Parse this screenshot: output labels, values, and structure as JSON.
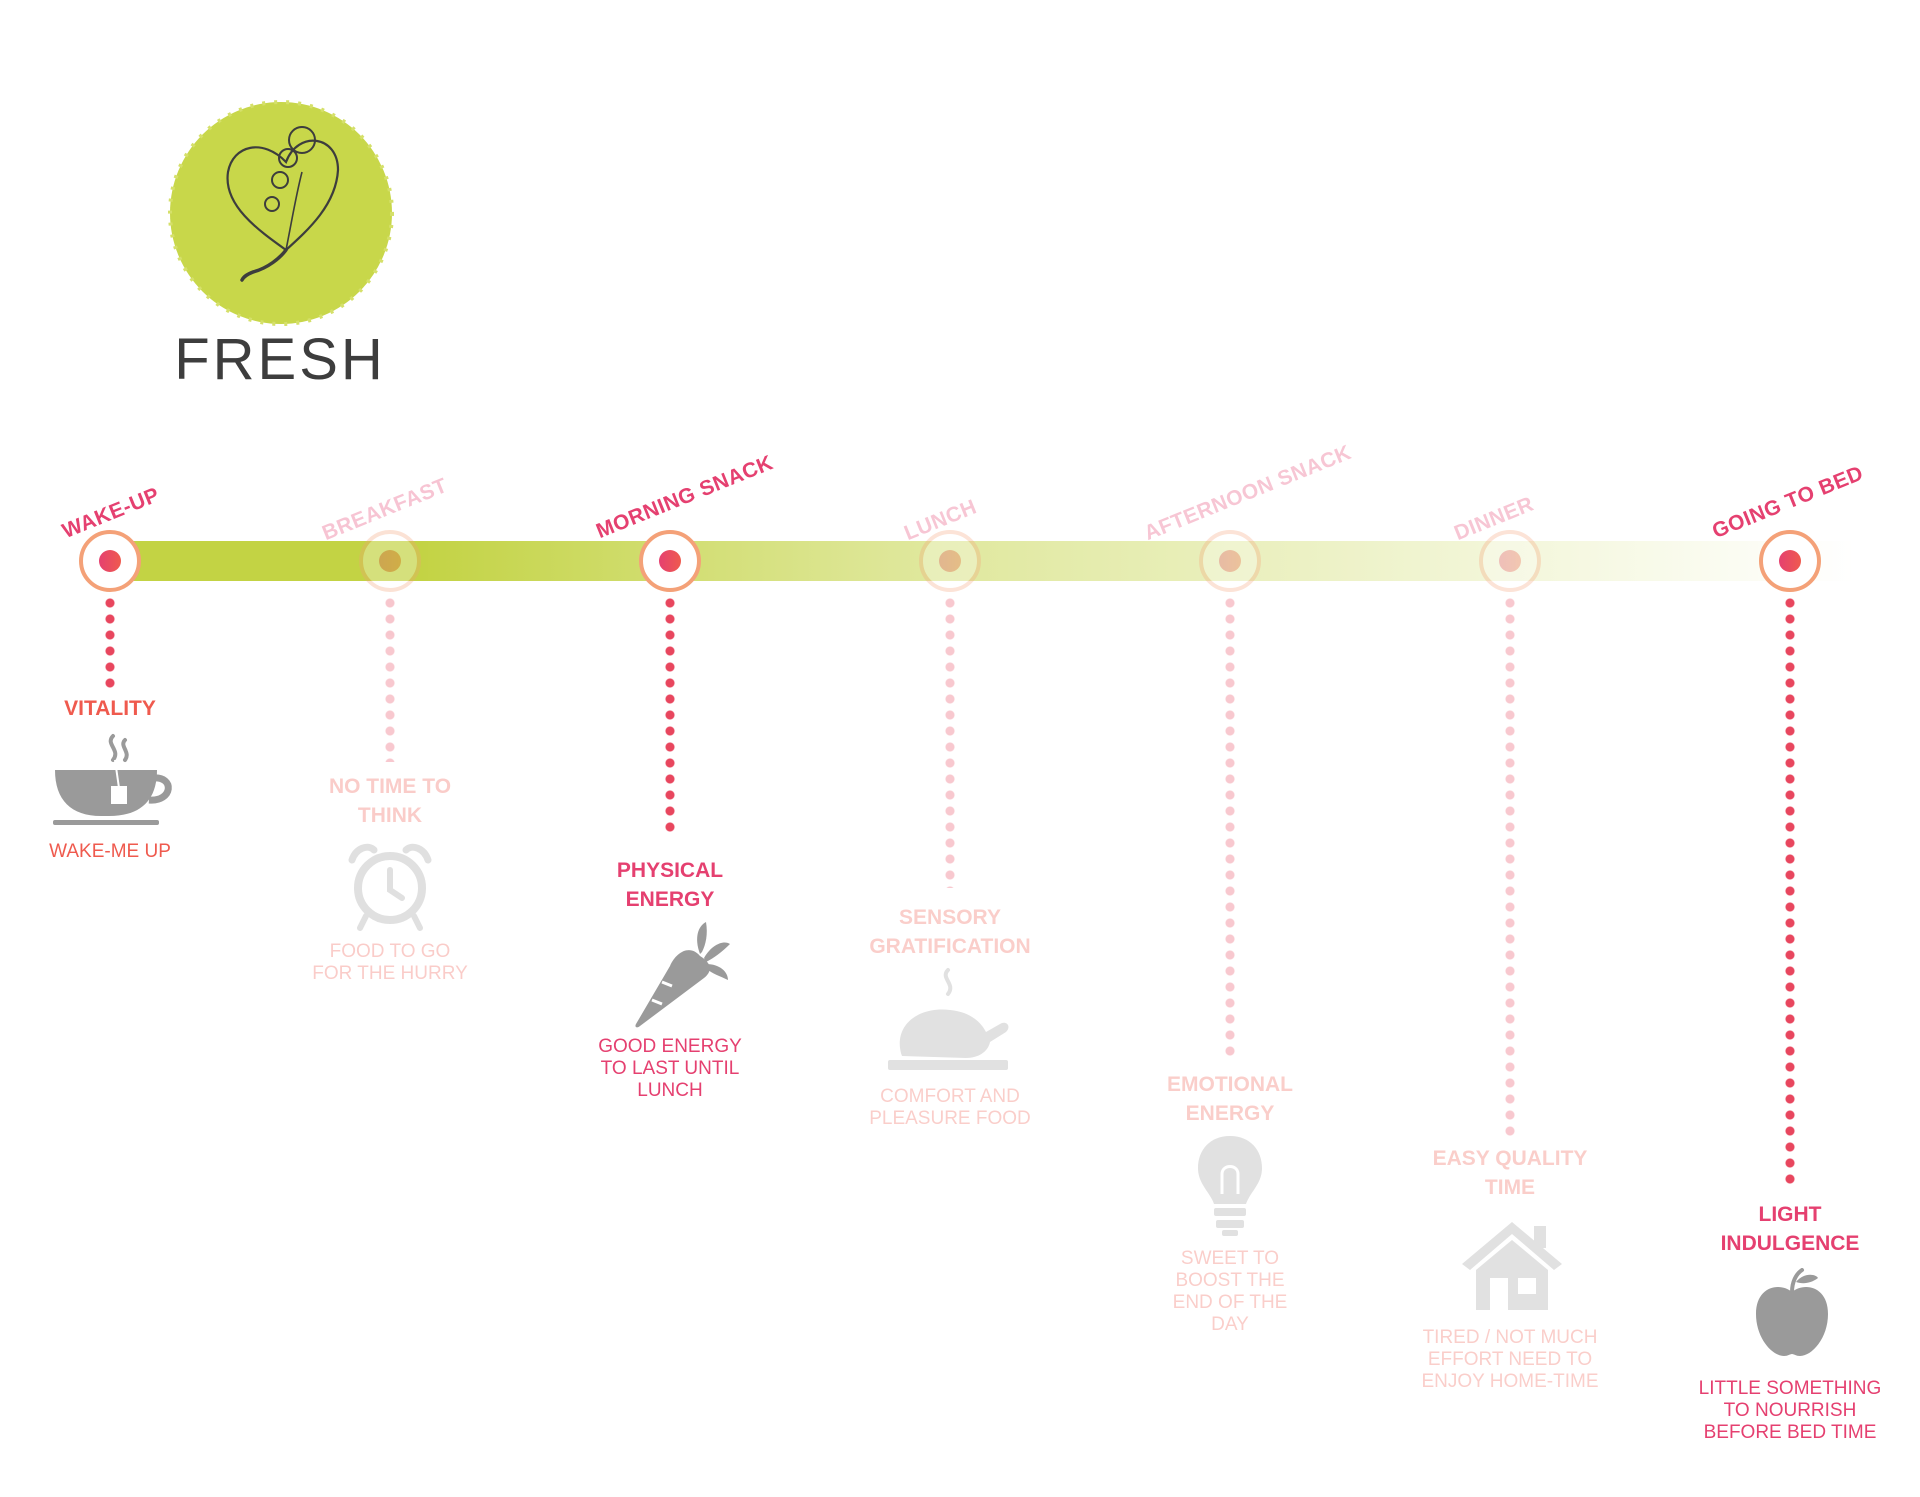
{
  "brand": {
    "name": "FRESH"
  },
  "colors": {
    "logo_green": "#c8d74a",
    "track_green": "#c3d344",
    "pink": "#e54070",
    "coral": "#ef5a4e",
    "orange_ring": "#f4a178",
    "icon_gray": "#999999"
  },
  "stages": [
    {
      "title": "WAKE-UP",
      "need": "VITALITY",
      "icon": "tea-cup-icon",
      "description": "WAKE-ME UP",
      "highlighted": true
    },
    {
      "title": "BREAKFAST",
      "need": "NO TIME TO THINK",
      "icon": "alarm-clock-icon",
      "description": "FOOD TO GO FOR THE HURRY",
      "highlighted": false
    },
    {
      "title": "MORNING SNACK",
      "need": "PHYSICAL ENERGY",
      "icon": "carrot-icon",
      "description": "GOOD ENERGY TO LAST UNTIL LUNCH",
      "highlighted": true
    },
    {
      "title": "LUNCH",
      "need": "SENSORY GRATIFICATION",
      "icon": "roast-chicken-icon",
      "description": "COMFORT AND PLEASURE FOOD",
      "highlighted": false
    },
    {
      "title": "AFTERNOON SNACK",
      "need": "EMOTIONAL ENERGY",
      "icon": "light-bulb-icon",
      "description": "SWEET TO BOOST THE END OF THE DAY",
      "highlighted": false
    },
    {
      "title": "DINNER",
      "need": "EASY QUALITY TIME",
      "icon": "house-icon",
      "description": "TIRED / NOT MUCH EFFORT NEED TO ENJOY HOME-TIME",
      "highlighted": false
    },
    {
      "title": "GOING TO BED",
      "need": "LIGHT INDULGENCE",
      "icon": "apple-icon",
      "description": "LITTLE SOMETHING TO NOURRISH BEFORE BED TIME",
      "highlighted": true
    }
  ]
}
